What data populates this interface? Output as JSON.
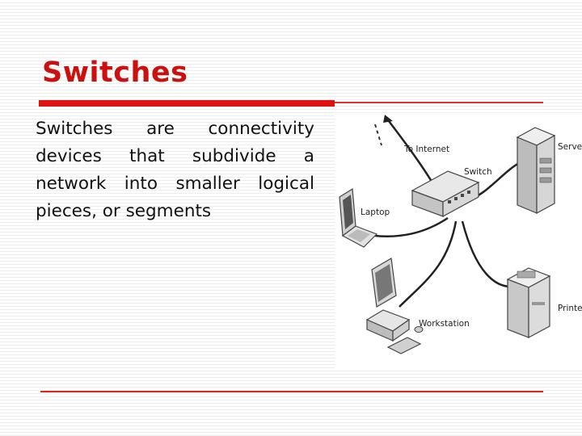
{
  "slide": {
    "title": "Switches",
    "body_lead": "Switches",
    "body_rest": " are connectivity devices that subdivide a network into smaller logical pieces, or segments"
  },
  "diagram": {
    "labels": {
      "internet": "To Internet",
      "switch": "Switch",
      "server": "Server",
      "laptop": "Laptop",
      "printer": "Printer",
      "workstation": "Workstation"
    }
  },
  "colors": {
    "accent": "#dd1111",
    "text": "#111111"
  }
}
